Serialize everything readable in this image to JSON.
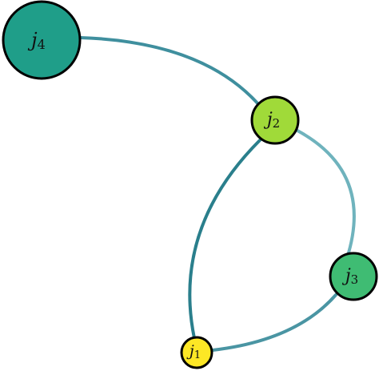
{
  "graph": {
    "nodes": [
      {
        "id": "j1",
        "base": "j",
        "sub": "1",
        "color": "#fde725"
      },
      {
        "id": "j2",
        "base": "j",
        "sub": "2",
        "color": "#a0da39"
      },
      {
        "id": "j3",
        "base": "j",
        "sub": "3",
        "color": "#3fbc73"
      },
      {
        "id": "j4",
        "base": "j",
        "sub": "4",
        "color": "#1f9e89"
      }
    ],
    "edges": [
      {
        "source": "j4",
        "target": "j2",
        "color": "#3f8f9e"
      },
      {
        "source": "j2",
        "target": "j3",
        "color": "#6fb3bd"
      },
      {
        "source": "j2",
        "target": "j1",
        "color": "#2a7f8c"
      },
      {
        "source": "j3",
        "target": "j1",
        "color": "#4a95a3"
      }
    ]
  }
}
